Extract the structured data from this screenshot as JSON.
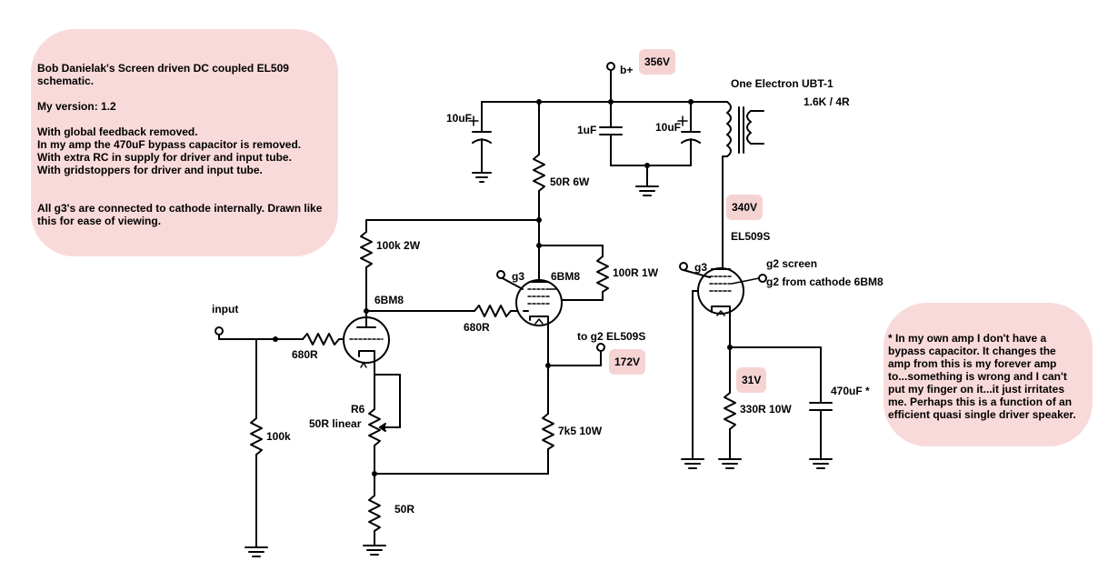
{
  "notes": {
    "intro": {
      "title": "Bob Danielak's Screen driven DC coupled EL509 schematic.",
      "version": "My version: 1.2",
      "changes": [
        "With global feedback removed.",
        "In my amp the 470uF bypass capacitor is removed.",
        "With extra RC in supply for driver and input tube.",
        "With gridstoppers for driver and input tube."
      ],
      "g3_note": "All g3's are connected to cathode internally. Drawn like this for ease of viewing."
    },
    "bypass": "* In my own amp I don't have a bypass capacitor. It changes the amp from this is my forever amp to...something is wrong and I can't put my finger on it...it just irritates me. Perhaps this is a function of an efficient quasi single driver speaker."
  },
  "voltages": {
    "supply": "356V",
    "el509_plate": "340V",
    "g2_el509": "172V",
    "el509_cathode": "31V"
  },
  "labels": {
    "bplus": "b+",
    "transformer": "One Electron UBT-1",
    "impedance": "1.6K / 4R",
    "el509": "EL509S",
    "g2_screen": "g2 screen",
    "g2_from": "g2 from cathode 6BM8",
    "g3_driver": "g3",
    "g3_output": "g3",
    "input": "input",
    "tube_input": "6BM8",
    "tube_driver": "6BM8",
    "to_g2": "to g2 EL509S"
  },
  "components": {
    "c_10uf_left": "10uF",
    "c_1uf": "1uF",
    "c_10uf_right": "10uF",
    "r_50r_6w": "50R 6W",
    "r_100k_2w": "100k 2W",
    "r_100r_1w": "100R 1W",
    "r_680r_driver": "680R",
    "r_680r_input": "680R",
    "r_100k": "100k",
    "r6": "R6",
    "r6_value": "50R linear",
    "r_50r": "50R",
    "r_7k5": "7k5 10W",
    "r_330r": "330R 10W",
    "c_470uf": "470uF *"
  }
}
